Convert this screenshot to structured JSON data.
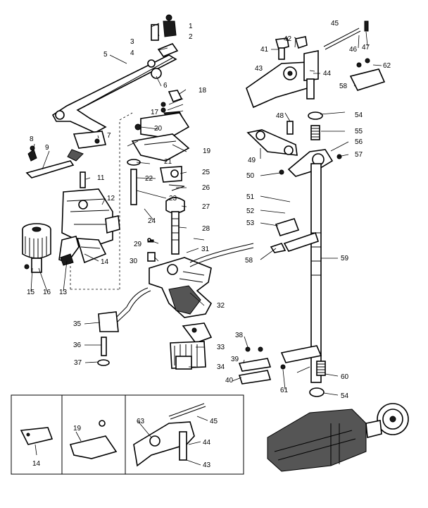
{
  "callouts": [
    "1",
    "2",
    "3",
    "4",
    "5",
    "6",
    "7",
    "8",
    "9",
    "11",
    "12",
    "13",
    "14",
    "15",
    "16",
    "17",
    "18",
    "19",
    "20",
    "21",
    "22",
    "23",
    "24",
    "25",
    "26",
    "27",
    "28",
    "29",
    "30",
    "31",
    "32",
    "33",
    "34",
    "35",
    "36",
    "37",
    "38",
    "39",
    "40",
    "41",
    "42",
    "43",
    "44",
    "45",
    "46",
    "47",
    "48",
    "49",
    "50",
    "51",
    "52",
    "53",
    "54",
    "55",
    "56",
    "57",
    "58",
    "59",
    "60",
    "61",
    "62",
    "63"
  ],
  "inset_callouts": [
    "14",
    "19",
    "63",
    "45",
    "44",
    "43"
  ],
  "colors": {
    "ink": "#000000",
    "paper": "#ffffff"
  }
}
